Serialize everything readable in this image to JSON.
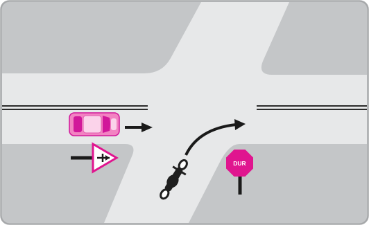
{
  "colors": {
    "road": "#e7e8e9",
    "block": "#c4c6c8",
    "block_edge": "#a6a8aa",
    "lane_line": "#2b2b2b",
    "arrow": "#1a1a1a",
    "car_body": "#f283c2",
    "car_dark": "#d1179a",
    "car_light": "#fbd3ea",
    "yield_border": "#e0158f",
    "stop_sign": "#e0158f",
    "stop_text": "#ffffff",
    "motorcycle": "#1f1f1f"
  },
  "scene": {
    "stop_sign": {
      "label": "DUR",
      "icon": "stop-sign-icon"
    },
    "yield_sign": {
      "icon": "yield-sign-icon"
    },
    "car": {
      "icon": "car-icon",
      "direction": "straight-east"
    },
    "motorcycle": {
      "icon": "motorcycle-icon",
      "direction": "right-turn"
    }
  }
}
